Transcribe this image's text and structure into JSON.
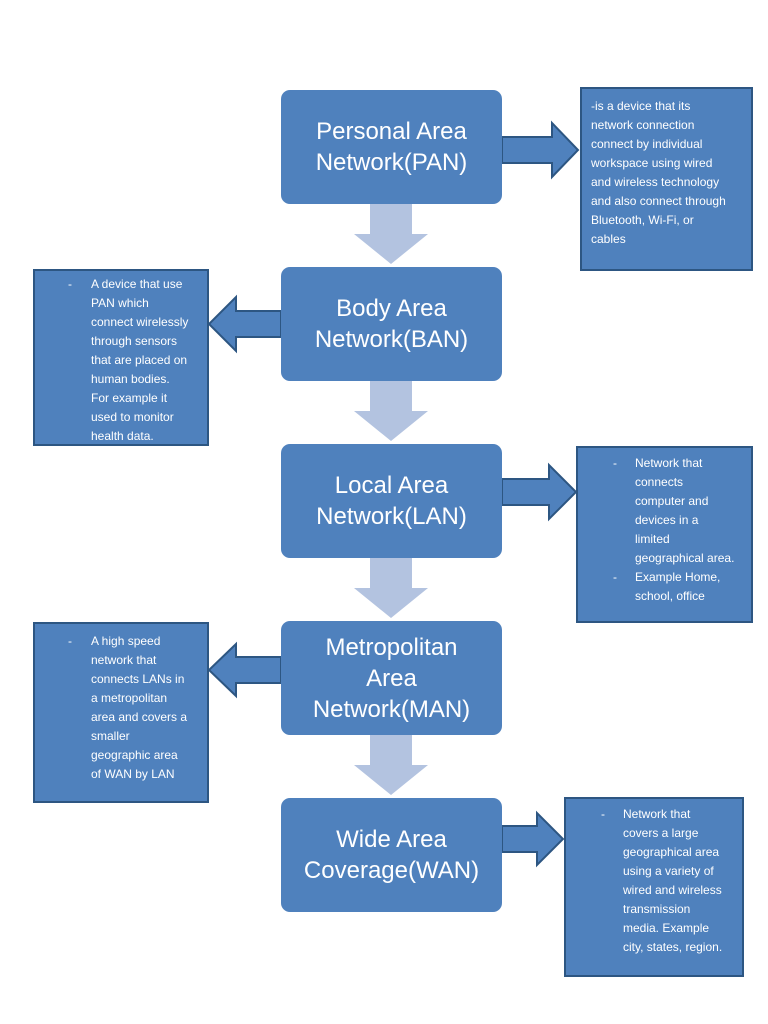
{
  "nodes": [
    {
      "id": "pan",
      "label": "Personal Area\nNetwork(PAN)"
    },
    {
      "id": "ban",
      "label": "Body Area\nNetwork(BAN)"
    },
    {
      "id": "lan",
      "label": "Local Area\nNetwork(LAN)"
    },
    {
      "id": "man",
      "label": "Metropolitan\nArea\nNetwork(MAN)"
    },
    {
      "id": "wan",
      "label": "Wide Area\nCoverage(WAN)"
    }
  ],
  "notes": {
    "pan": {
      "text": "-is a  device that its\nnetwork connection\nconnect by individual\nworkspace using wired\nand wireless technology\nand also connect through\nBluetooth, Wi-Fi, or\ncables"
    },
    "ban": {
      "bullet": "-",
      "text": "A device that use\nPAN which\nconnect wirelessly\nthrough sensors\nthat are placed on\nhuman bodies.\nFor example it\nused to monitor\nhealth data."
    },
    "lan": {
      "bullet1": "-",
      "text1": "Network that\nconnects\ncomputer and\ndevices in a\nlimited\ngeographical area.",
      "bullet2": "-",
      "text2": "Example Home,\nschool, office"
    },
    "man": {
      "bullet": "-",
      "text": "A high speed\nnetwork that\nconnects LANs in\na metropolitan\narea and covers a\nsmaller\ngeographic area\nof WAN by LAN"
    },
    "wan": {
      "bullet": "-",
      "text": "Network that\ncovers a large\ngeographical area\nusing a variety of\nwired and wireless\ntransmission\nmedia. Example\ncity, states, region."
    }
  },
  "colors": {
    "box_fill": "#4f81bd",
    "box_border": "#2d5682",
    "flow_arrow": "#b3c3e0",
    "side_arrow_fill": "#4f81bd",
    "side_arrow_stroke": "#2d5682"
  }
}
